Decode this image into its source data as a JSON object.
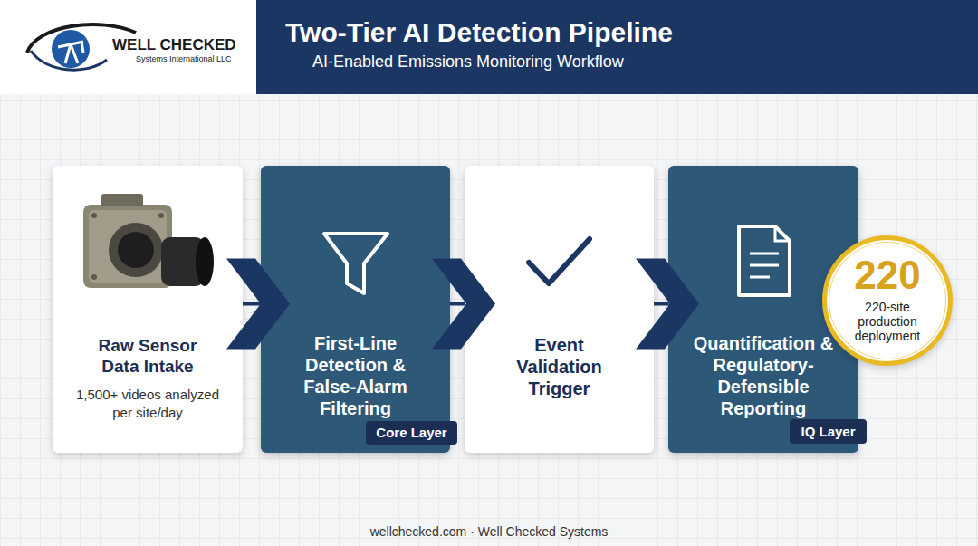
{
  "diagram": {
    "title": "Two-Tier AI Detection Pipeline",
    "nodes": [
      {
        "text": [
          "Raw Sensor Data Intake",
          "1,500+ videos analyzed per site/day"
        ]
      },
      {
        "text": [
          "First-Line Detection & False-Alarm Filtering"
        ]
      },
      {
        "text": [
          "Core Layer"
        ],
        "in": 1
      },
      {
        "text": [
          "Event Validation Trigger"
        ]
      },
      {
        "text": [
          "Quantification & Regulatory-Defensible Reporting"
        ]
      },
      {
        "text": [
          "IQ Layer"
        ],
        "in": 4
      },
      {
        "text": [
          "220",
          "220-site production deployment"
        ]
      }
    ],
    "edges": [
      {
        "from": 0,
        "to": 1,
        "arrow": "to"
      },
      {
        "from": 1,
        "to": 3,
        "arrow": "to"
      },
      {
        "from": 3,
        "to": 4,
        "arrow": "to"
      }
    ],
    "labels": [
      "WELL CHECKED",
      "Systems International LLC",
      "AI-Enabled Emissions Monitoring Workflow",
      "wellchecked.com · Well Checked Systems"
    ]
  }
}
